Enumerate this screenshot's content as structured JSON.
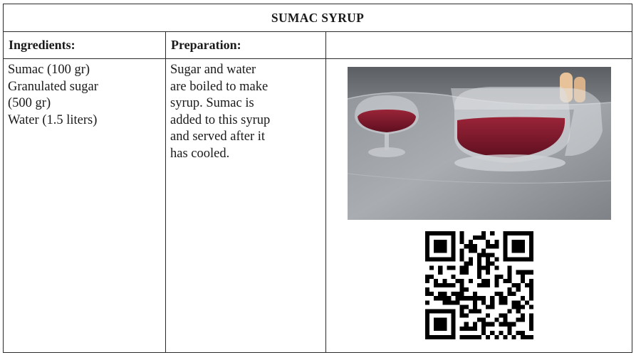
{
  "title": "SUMAC SYRUP",
  "headers": {
    "ingredients": "Ingredients:",
    "preparation": "Preparation:",
    "blank": ""
  },
  "ingredients": [
    "Sumac (100 gr)",
    "Granulated sugar",
    "(500 gr)",
    "Water (1.5 liters)"
  ],
  "preparation": [
    "Sugar and water",
    "are boiled to make",
    "syrup. Sumac is",
    "added to this syrup",
    "and served after it",
    "has cooled."
  ],
  "colors": {
    "border": "#2a2a2a",
    "syrup": "#7a1a2c",
    "countertop": "#8f9398"
  },
  "icons": {
    "photo": "sumac-syrup-photo",
    "qr": "qr-code-icon"
  }
}
